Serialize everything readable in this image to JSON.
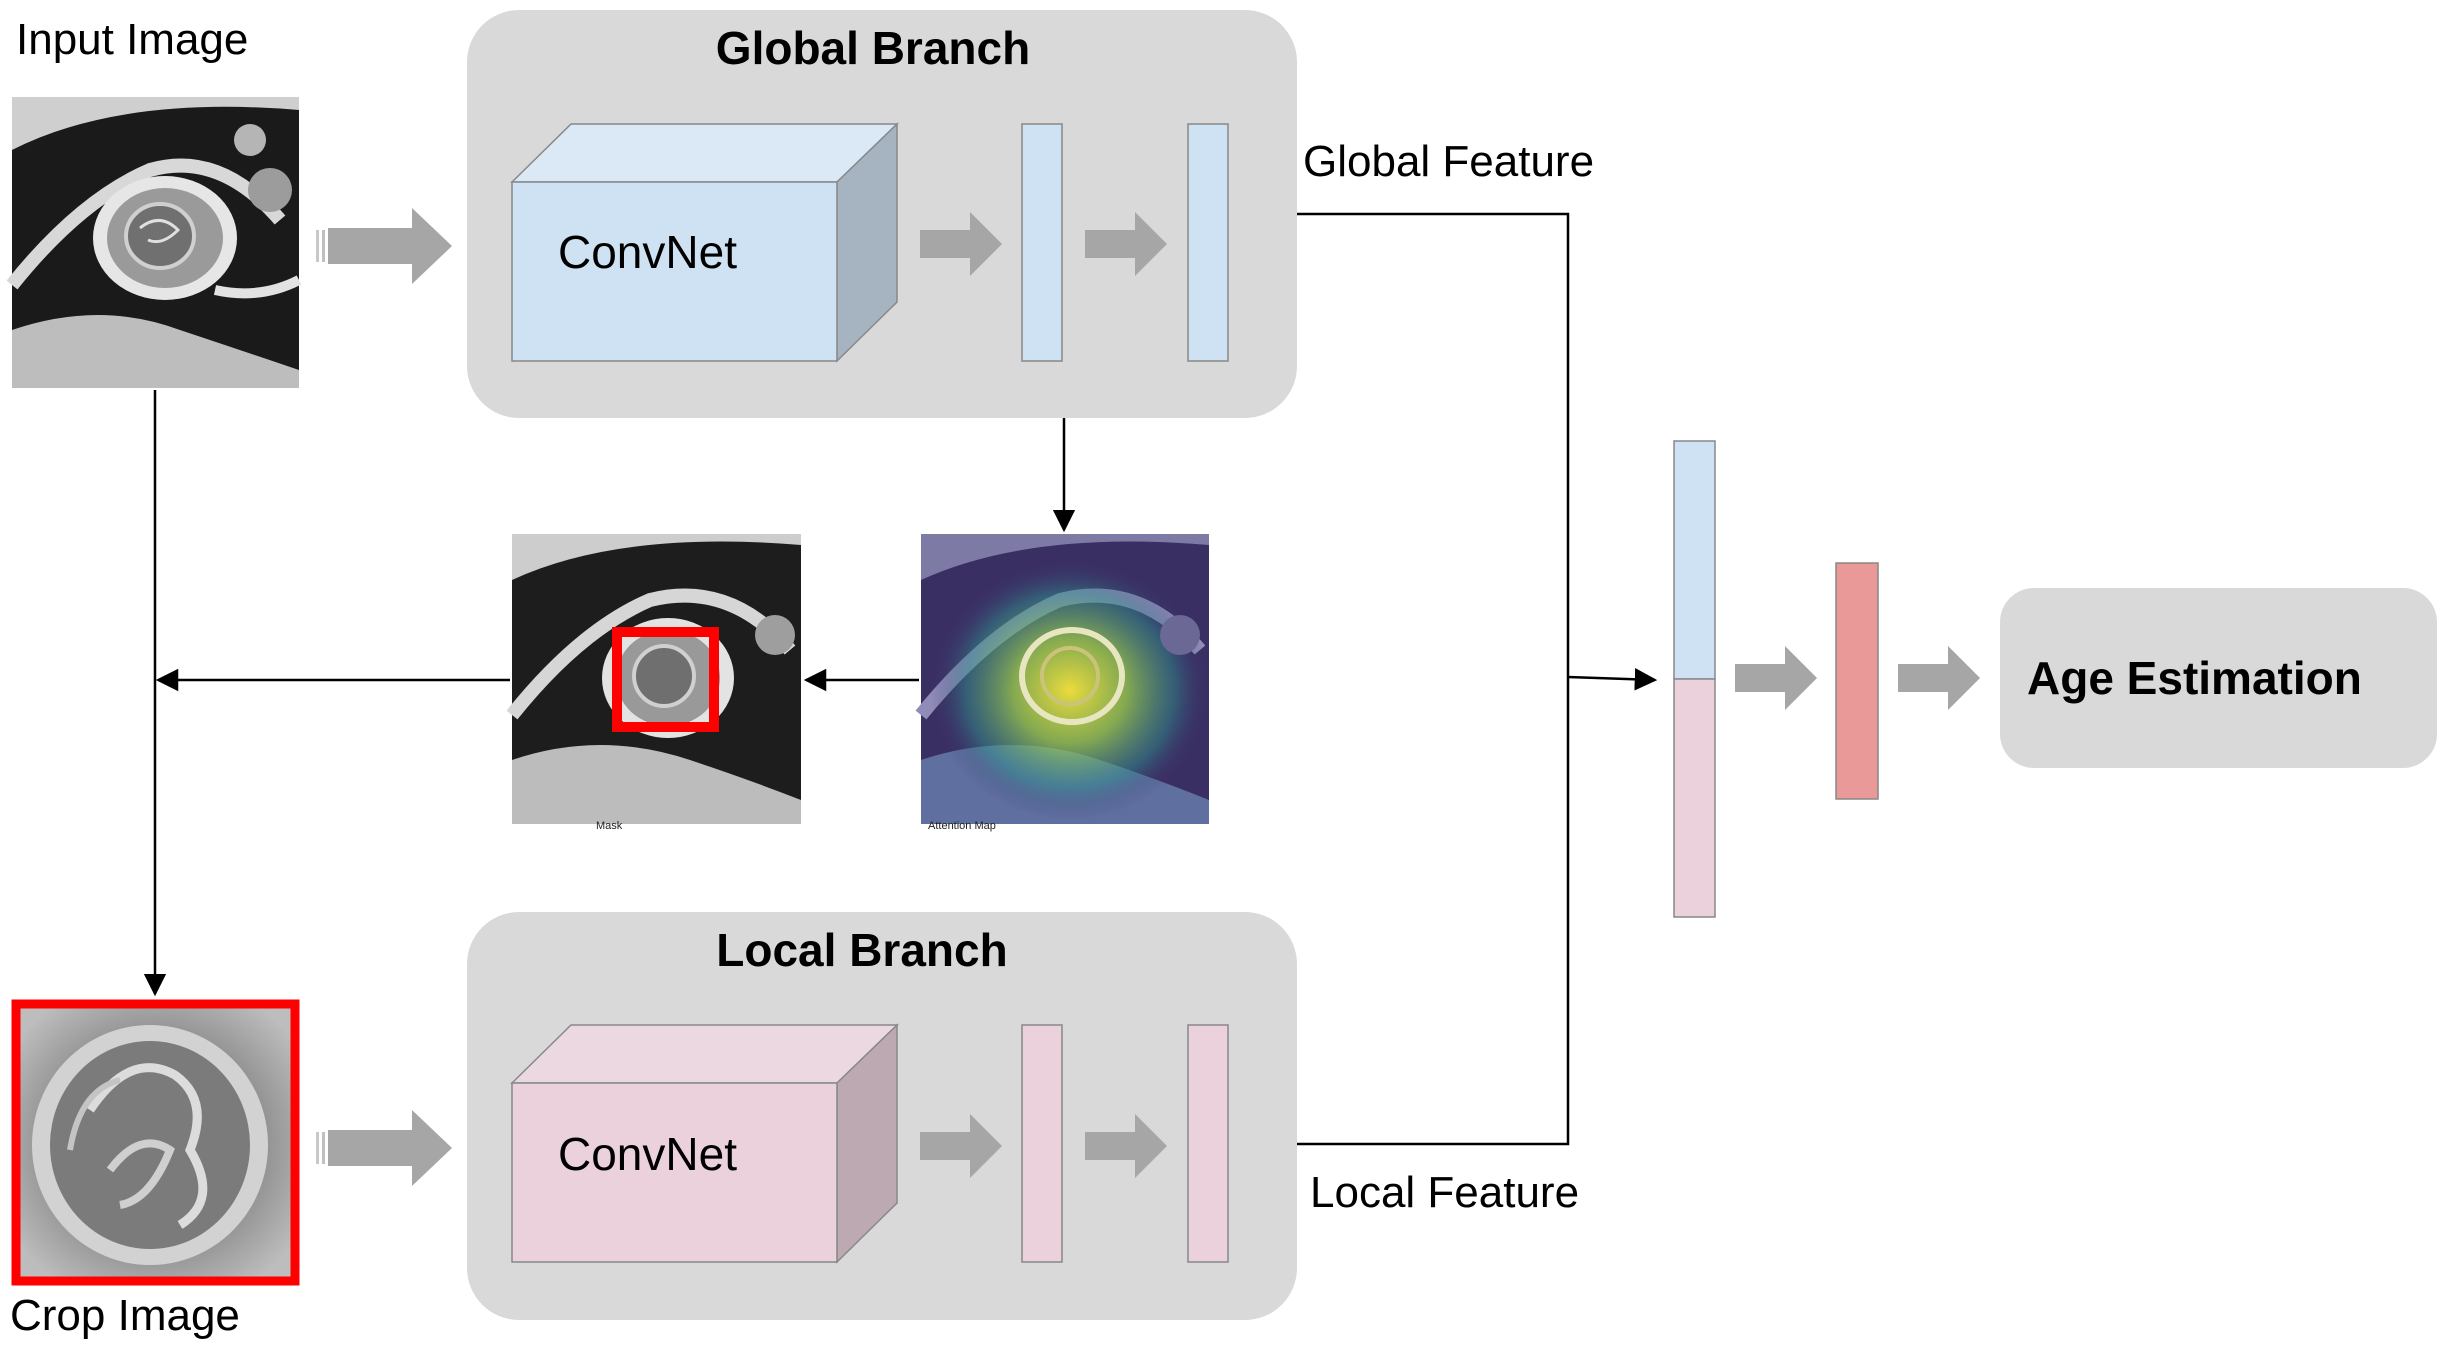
{
  "labels": {
    "input_image": "Input Image",
    "crop_image": "Crop Image",
    "global_feature": "Global Feature",
    "local_feature": "Local Feature",
    "age_estimation": "Age Estimation"
  },
  "global_branch": {
    "title": "Global Branch",
    "convnet": "ConvNet"
  },
  "local_branch": {
    "title": "Local Branch",
    "convnet": "ConvNet"
  },
  "thumbnails": {
    "mask_caption": "Mask",
    "attention_caption": "Attention Map"
  },
  "colors": {
    "panel": "#d9d9d9",
    "global_block": "#cfe2f3",
    "local_block": "#ead1dc",
    "output_bar": "#ea9999",
    "arrow_fill": "#a6a6a6",
    "crop_box": "#ff0000"
  }
}
